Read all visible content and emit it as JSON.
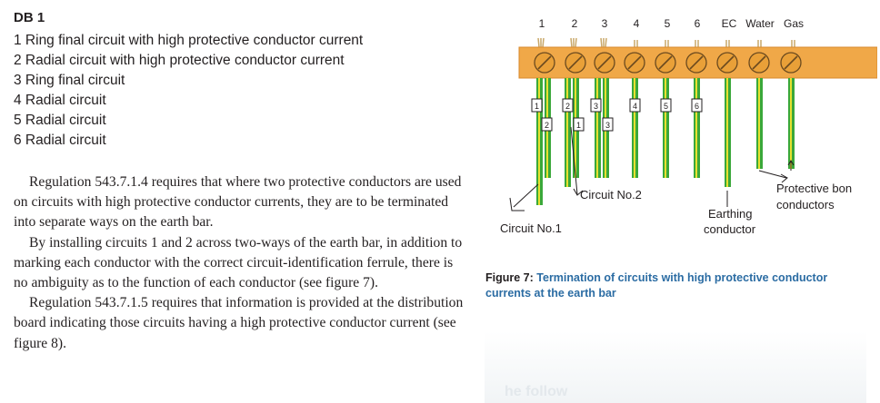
{
  "section": {
    "heading": "DB 1",
    "circuits": [
      "1 Ring final circuit with high protective conductor current",
      "2 Radial circuit with high protective conductor current",
      "3 Ring final circuit",
      "4 Radial circuit",
      "5 Radial circuit",
      "6 Radial circuit"
    ]
  },
  "body": {
    "paragraphs": [
      "Regulation 543.7.1.4 requires that where two protective conductors are used on circuits with high protective conductor currents, they are to be terminated into separate ways on the earth bar.",
      "By installing circuits 1 and 2 across two-ways of the earth bar, in addition to marking each conductor with the correct circuit-identification ferrule, there is no ambiguity as to the function of each conductor (see figure 7).",
      "Regulation 543.7.1.5 requires that information is provided at the distribution board indicating those circuits having a high protective conductor current (see figure 8)."
    ]
  },
  "figure": {
    "terminal_labels": [
      "1",
      "2",
      "3",
      "4",
      "5",
      "6",
      "EC",
      "Water",
      "Gas"
    ],
    "ferrules_top": [
      "1",
      "2",
      "3",
      "4",
      "5",
      "6"
    ],
    "ferrules_bottom": [
      "2",
      "1",
      "3"
    ],
    "callouts": {
      "circuit_1": "Circuit No.1",
      "circuit_2": "Circuit No.2",
      "earthing_line1": "Earthing",
      "earthing_line2": "conductor",
      "bonding_line1": "Protective bon",
      "bonding_line2": "conductors"
    },
    "colors": {
      "earth_bar": "#f0a848",
      "screw": "#e9a038",
      "conductor_green": "#3aa83a",
      "conductor_yellow": "#e8e030"
    },
    "caption_label": "Figure 7:",
    "caption_text": "Termination of circuits with high protective conductor currents at the earth bar"
  },
  "faded_text": "he follow"
}
